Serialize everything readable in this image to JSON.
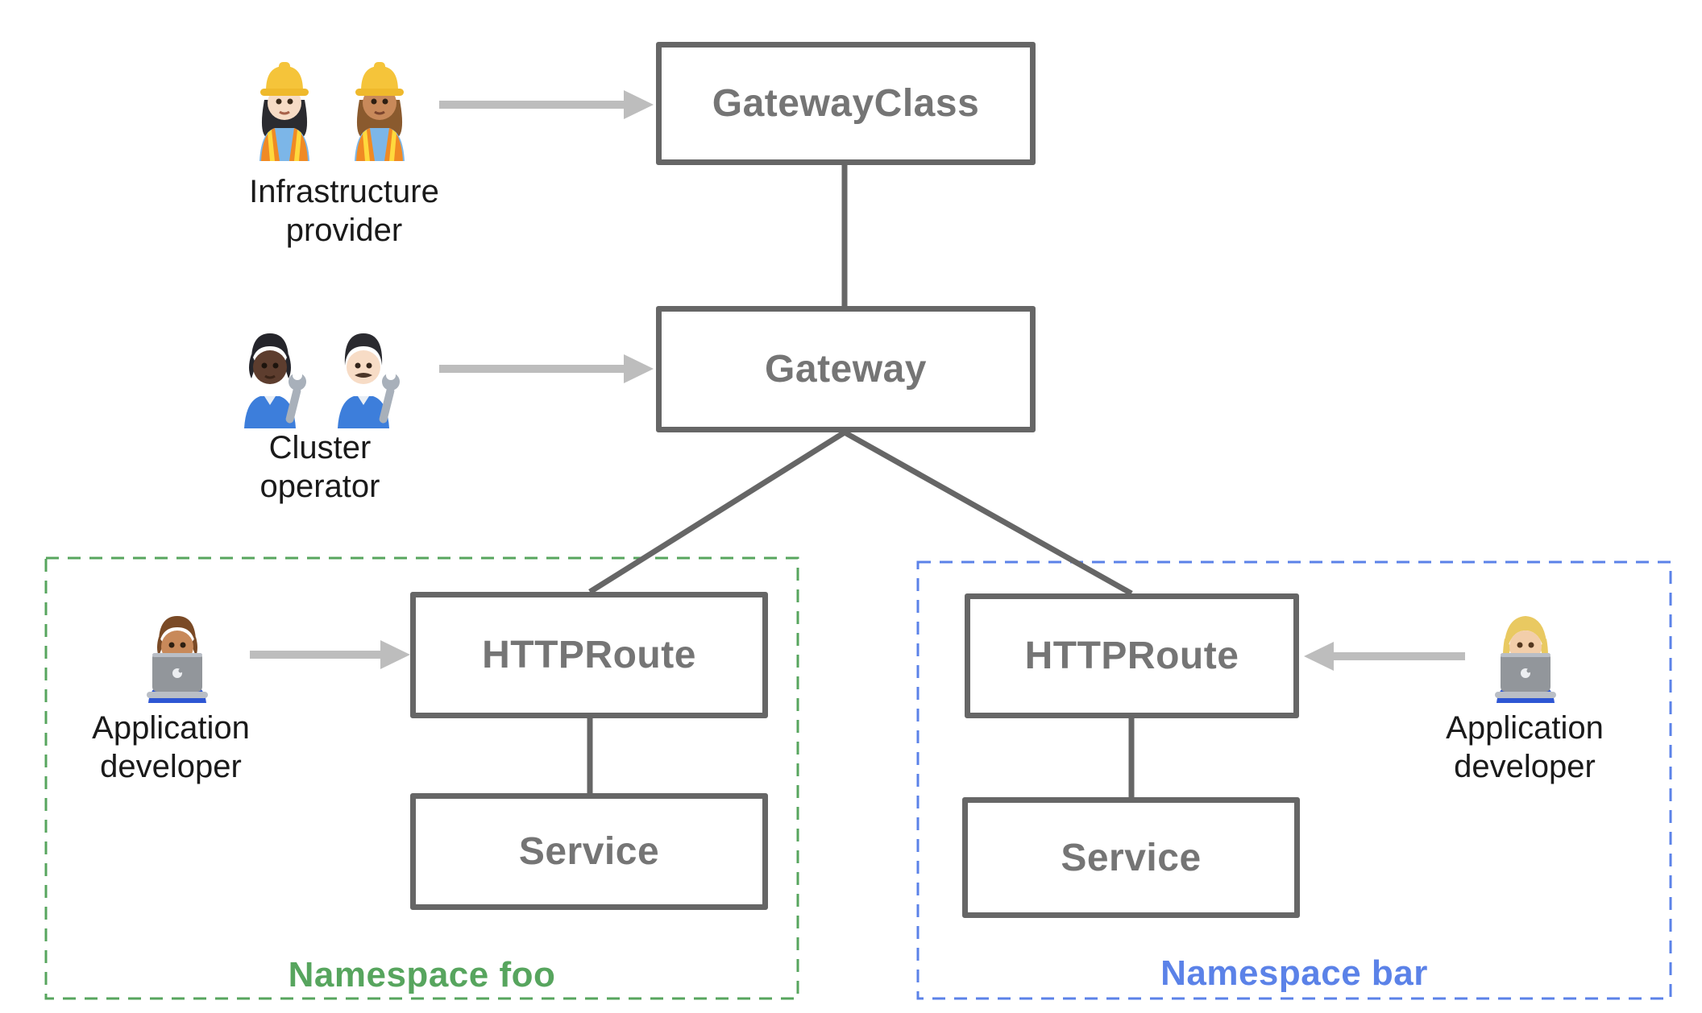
{
  "diagram": {
    "nodes": {
      "gateway_class": "GatewayClass",
      "gateway": "Gateway",
      "httproute_foo": "HTTPRoute",
      "service_foo": "Service",
      "httproute_bar": "HTTPRoute",
      "service_bar": "Service"
    },
    "actors": {
      "infrastructure_provider": {
        "label": "Infrastructure provider",
        "icons": [
          "woman-construction-worker-light-skin",
          "woman-construction-worker-medium-skin"
        ]
      },
      "cluster_operator": {
        "label": "Cluster operator",
        "icons": [
          "mechanic-dark-skin",
          "man-mechanic-light-skin"
        ]
      },
      "application_developer_foo": {
        "label": "Application developer",
        "icons": [
          "man-technologist-medium-skin"
        ]
      },
      "application_developer_bar": {
        "label": "Application developer",
        "icons": [
          "woman-technologist-blonde"
        ]
      }
    },
    "namespaces": {
      "foo": {
        "label": "Namespace foo",
        "color": "#57a55e"
      },
      "bar": {
        "label": "Namespace bar",
        "color": "#5b82e8"
      }
    },
    "colors": {
      "node_border": "#666666",
      "node_text": "#757575",
      "connector": "#666666",
      "arrow": "#bdbdbd",
      "actor_text": "#1a1a1a"
    }
  }
}
